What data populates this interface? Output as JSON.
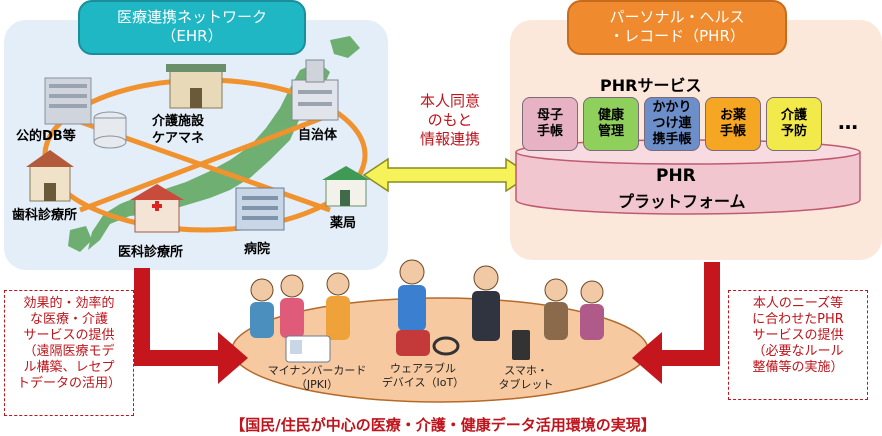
{
  "ehr": {
    "title": "医療連携ネットワーク",
    "subtitle": "（EHR）"
  },
  "phr": {
    "title": "パーソナル・ヘルス",
    "subtitle": "・レコード（PHR）"
  },
  "ehr_nodes": {
    "public_db": "公的DB等",
    "care_facility_1": "介護施設",
    "care_facility_2": "ケアマネ",
    "municipality": "自治体",
    "dental": "歯科診療所",
    "pharmacy": "薬局",
    "clinic": "医科診療所",
    "hospital": "病院"
  },
  "center_link": {
    "line1": "本人同意",
    "line2": "のもと",
    "line3": "情報連携"
  },
  "phr_services": {
    "title": "PHRサービス",
    "items": [
      {
        "label": "母子\n手帳",
        "color": "#e7b3c4"
      },
      {
        "label": "健康\n管理",
        "color": "#8fcf5c"
      },
      {
        "label": "かかり\nつけ連\n携手帳",
        "color": "#6d8fc9"
      },
      {
        "label": "お薬\n手帳",
        "color": "#f5a623"
      },
      {
        "label": "介護\n予防",
        "color": "#f2ea4a"
      }
    ],
    "more": "…",
    "platform_line1": "PHR",
    "platform_line2": "プラットフォーム"
  },
  "left_note": {
    "line1": "効果的・効率的",
    "line2": "な医療・介護",
    "line3": "サービスの提供",
    "line4": "（遠隔医療モデ",
    "line5": "ル構築、レセプ",
    "line6": "トデータの活用）"
  },
  "right_note": {
    "line1": "本人のニーズ等",
    "line2": "に合わせたPHR",
    "line3": "サービスの提供",
    "line4": "（必要なルール",
    "line5": "整備等の実施）"
  },
  "devices": {
    "mynumber": "マイナンバーカード\n（JPKI）",
    "wearable": "ウェアラブル\nデバイス（IoT）",
    "smartphone": "スマホ・\nタブレット"
  },
  "bottom_title": "【国民/住民が中心の医療・介護・健康データ活用環境の実現】",
  "colors": {
    "accent_red": "#c0141c",
    "ehr_teal": "#1fb7c4",
    "phr_orange": "#f08a2e"
  }
}
